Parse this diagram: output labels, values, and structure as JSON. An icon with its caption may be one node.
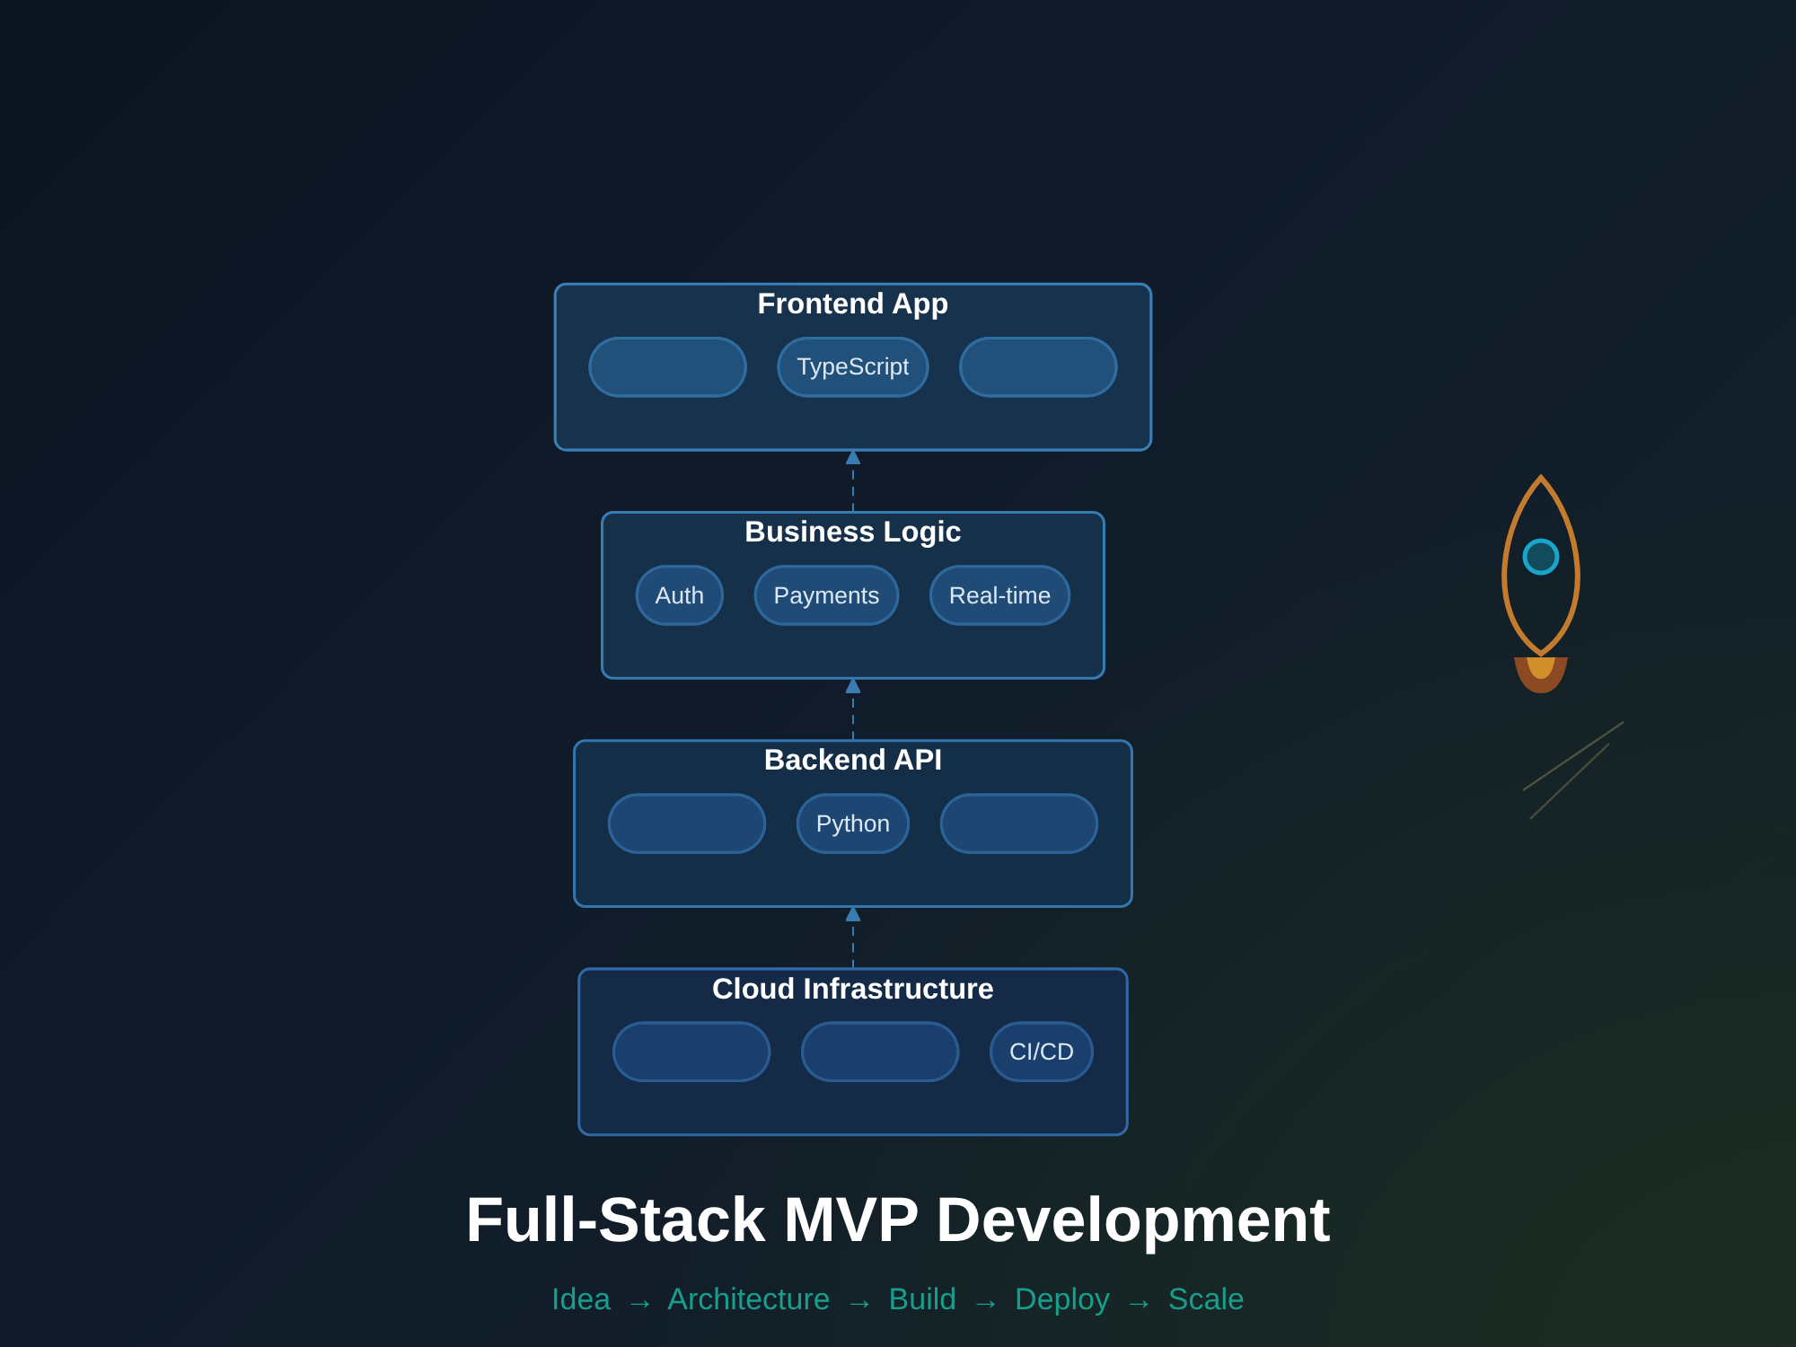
{
  "diagram": {
    "title": "Full-Stack MVP Development",
    "caption": "Idea → Architecture → Build → Deploy → Scale",
    "nodes": [
      {
        "text": [
          "Frontend App"
        ]
      },
      {
        "text": [],
        "shape": "box",
        "in": 0
      },
      {
        "text": [
          "TypeScript"
        ],
        "in": 0
      },
      {
        "text": [],
        "shape": "box",
        "in": 0
      },
      {
        "text": [
          "Business Logic"
        ]
      },
      {
        "text": [
          "Auth"
        ],
        "in": 4
      },
      {
        "text": [
          "Payments"
        ],
        "in": 4
      },
      {
        "text": [
          "Real-time"
        ],
        "in": 4
      },
      {
        "text": [
          "Backend API"
        ]
      },
      {
        "text": [],
        "shape": "box",
        "in": 8
      },
      {
        "text": [
          "Python"
        ],
        "in": 8
      },
      {
        "text": [],
        "shape": "box",
        "in": 8
      },
      {
        "text": [
          "Cloud Infrastructure"
        ]
      },
      {
        "text": [],
        "shape": "box",
        "in": 12
      },
      {
        "text": [],
        "shape": "box",
        "in": 12
      },
      {
        "text": [
          "CI/CD"
        ],
        "in": 12
      }
    ],
    "edges": [
      {
        "from": 4,
        "to": 0,
        "arrow": "to",
        "style": "dashed"
      },
      {
        "from": 8,
        "to": 4,
        "arrow": "to",
        "style": "dashed"
      },
      {
        "from": 12,
        "to": 8,
        "arrow": "to",
        "style": "dashed"
      }
    ]
  }
}
